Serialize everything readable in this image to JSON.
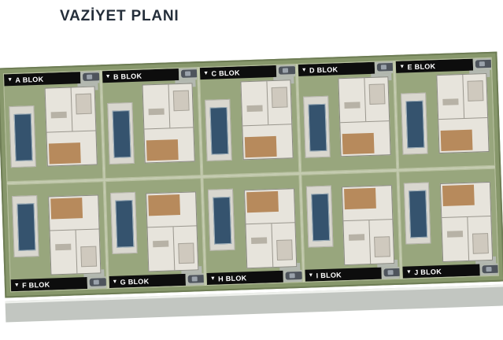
{
  "title": "VAZİYET PLANI",
  "icons": {
    "block_arrow": "▼"
  },
  "blocks": [
    {
      "label": "A BLOK"
    },
    {
      "label": "B BLOK"
    },
    {
      "label": "C BLOK"
    },
    {
      "label": "D BLOK"
    },
    {
      "label": "E BLOK"
    },
    {
      "label": "F BLOK"
    },
    {
      "label": "G BLOK"
    },
    {
      "label": "H BLOK"
    },
    {
      "label": "I BLOK"
    },
    {
      "label": "J BLOK"
    }
  ],
  "colors": {
    "lawn": "#87976b",
    "plot": "#98a67d",
    "pool": "#35536e",
    "label_bg": "#0d0d0d",
    "label_text": "#ffffff",
    "road": "#c2c6c1",
    "title": "#242e3a"
  }
}
